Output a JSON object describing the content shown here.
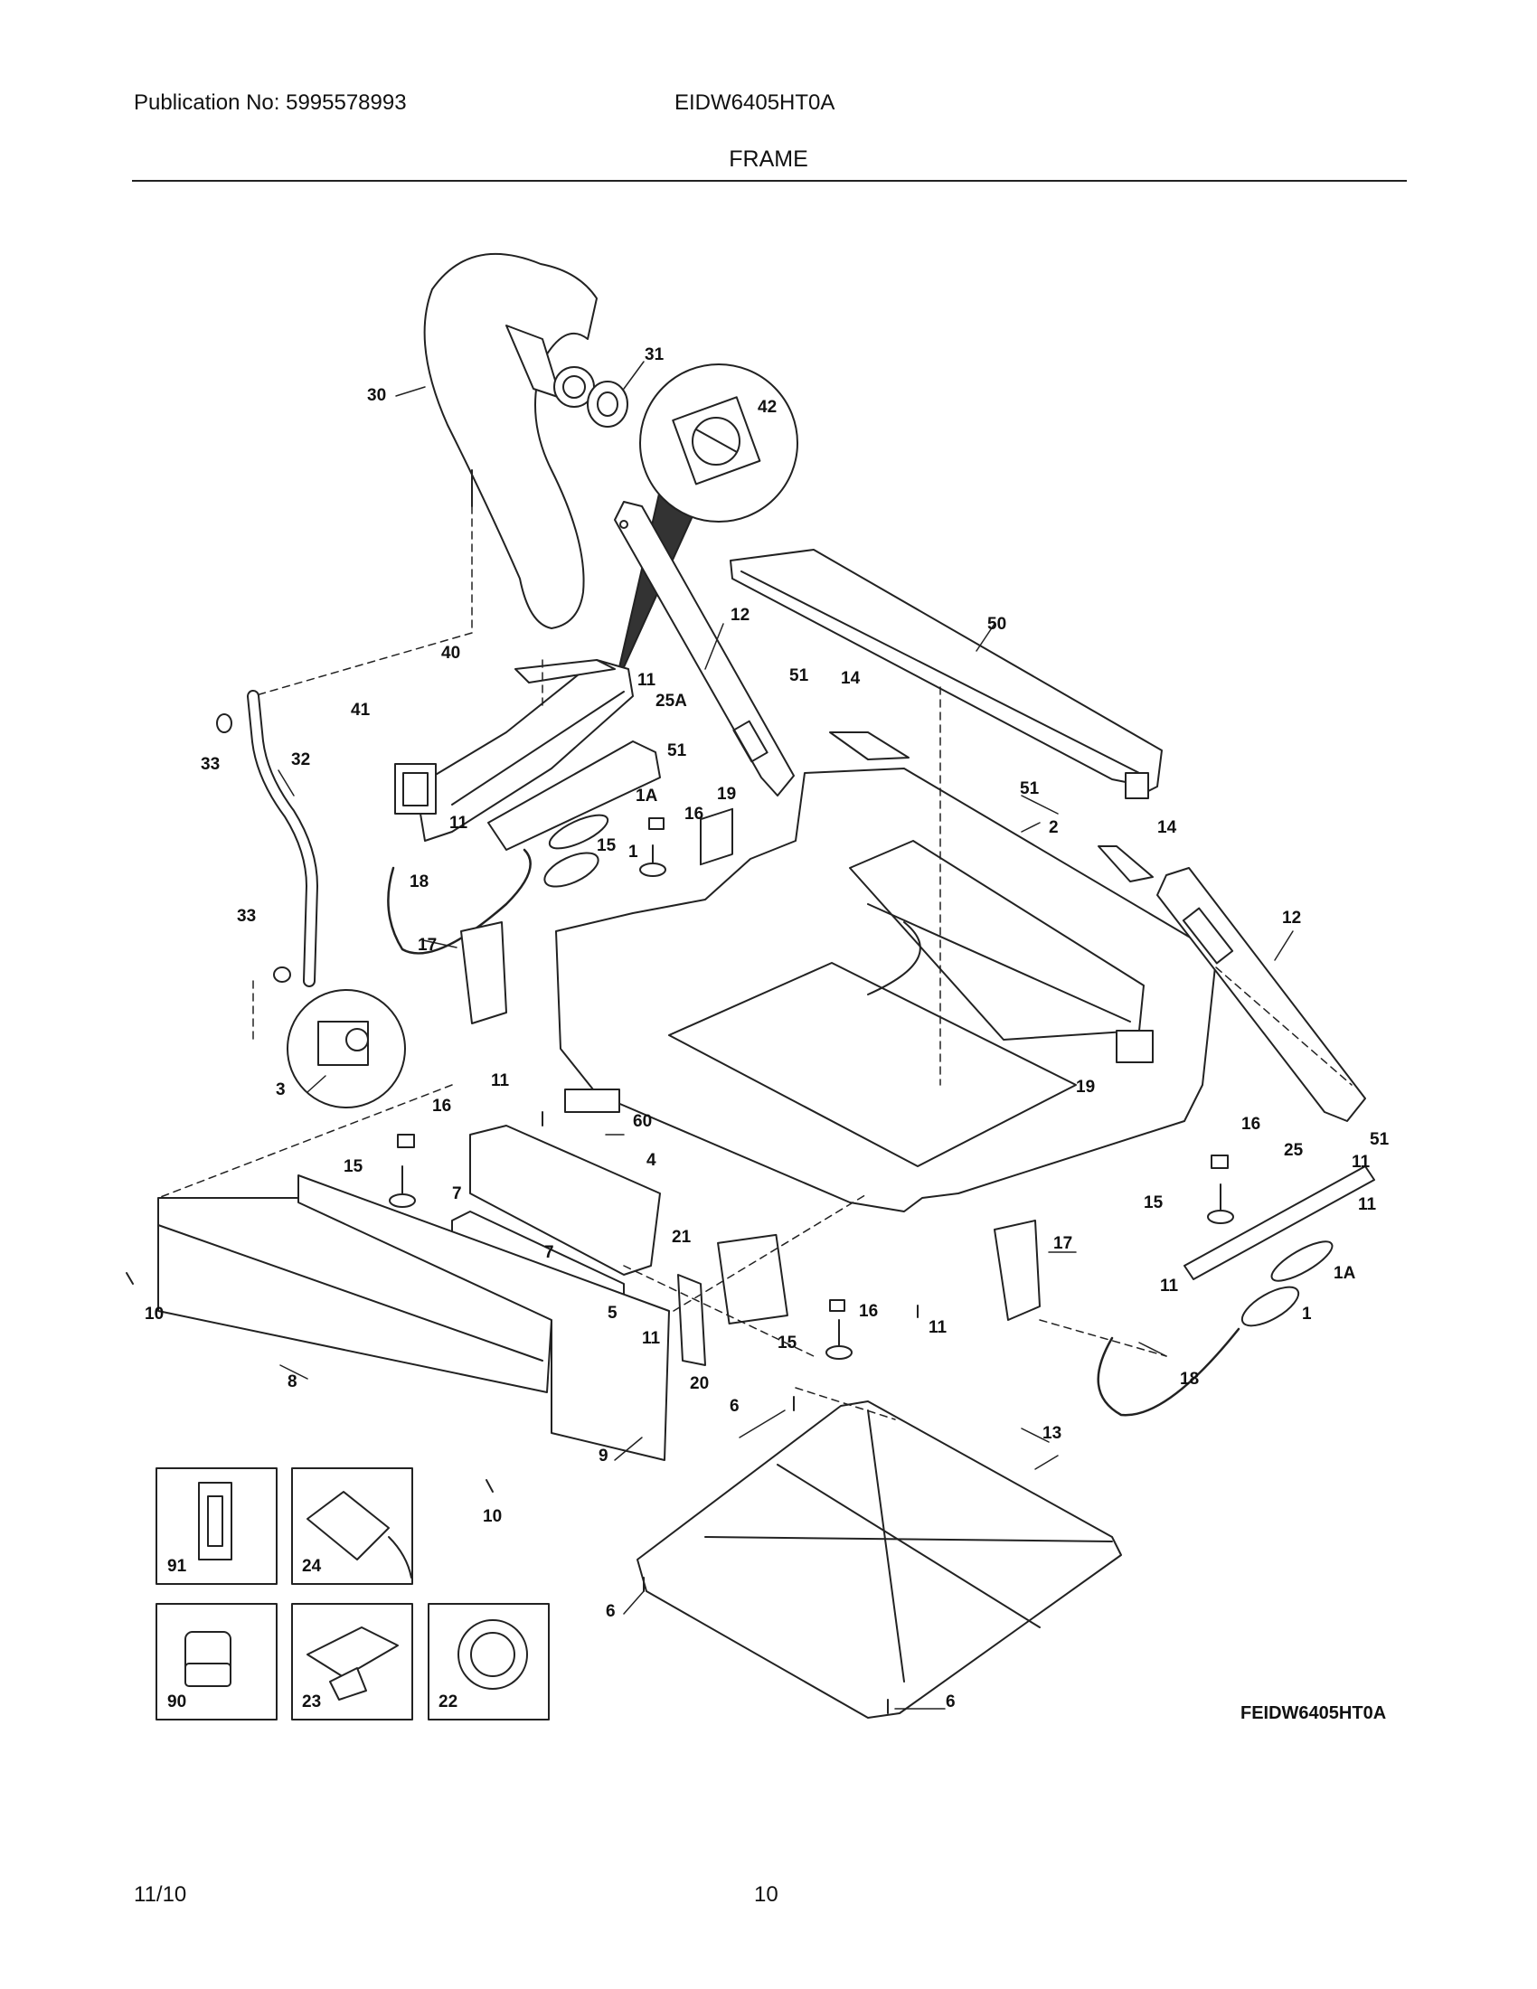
{
  "header": {
    "publication": "Publication No: 5995578993",
    "model": "EIDW6405HT0A",
    "section": "FRAME"
  },
  "callouts": {
    "c30": "30",
    "c31": "31",
    "c42": "42",
    "c12a": "12",
    "c50": "50",
    "c51a": "51",
    "c14a": "14",
    "c40": "40",
    "c41": "41",
    "c11a": "11",
    "c25A": "25A",
    "c51b": "51",
    "c51c": "51",
    "c33a": "33",
    "c32": "32",
    "c11b": "11",
    "c1Aa": "1A",
    "c16a": "16",
    "c19a": "19",
    "c1a": "1",
    "c15a": "15",
    "c2": "2",
    "c14b": "14",
    "c12b": "12",
    "c18a": "18",
    "c33b": "33",
    "c17a": "17",
    "c3": "3",
    "c11c": "11",
    "c60": "60",
    "c16b": "16",
    "c19b": "19",
    "c51d": "51",
    "c16c": "16",
    "c25": "25",
    "c11d": "11",
    "c15b": "15",
    "c7a": "7",
    "c4": "4",
    "c15c": "15",
    "c11e": "11",
    "c7b": "7",
    "c21": "21",
    "c17b": "17",
    "c11f": "11",
    "c1Ab": "1A",
    "c10a": "10",
    "c5": "5",
    "c16d": "16",
    "c11g": "11",
    "c1b": "1",
    "c11h": "11",
    "c15d": "15",
    "c18b": "18",
    "c8": "8",
    "c20": "20",
    "c6a": "6",
    "c13": "13",
    "c9": "9",
    "c10b": "10",
    "c6b": "6",
    "c6c": "6"
  },
  "insets": {
    "i91": "91",
    "i24": "24",
    "i90": "90",
    "i23": "23",
    "i22": "22"
  },
  "diagram_code": "FEIDW6405HT0A",
  "footer": {
    "date": "11/10",
    "page": "10"
  }
}
